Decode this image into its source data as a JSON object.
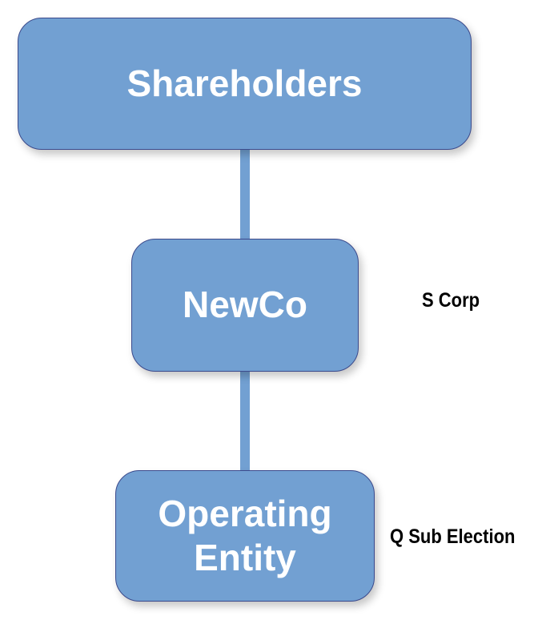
{
  "nodes": {
    "shareholders": "Shareholders",
    "newco": "NewCo",
    "operating_line1": "Operating",
    "operating_line2": "Entity"
  },
  "annotations": {
    "newco": "S Corp",
    "operating": "Q Sub Election"
  },
  "colors": {
    "box_fill": "#72a0d2",
    "box_border": "#3b4a8c"
  }
}
